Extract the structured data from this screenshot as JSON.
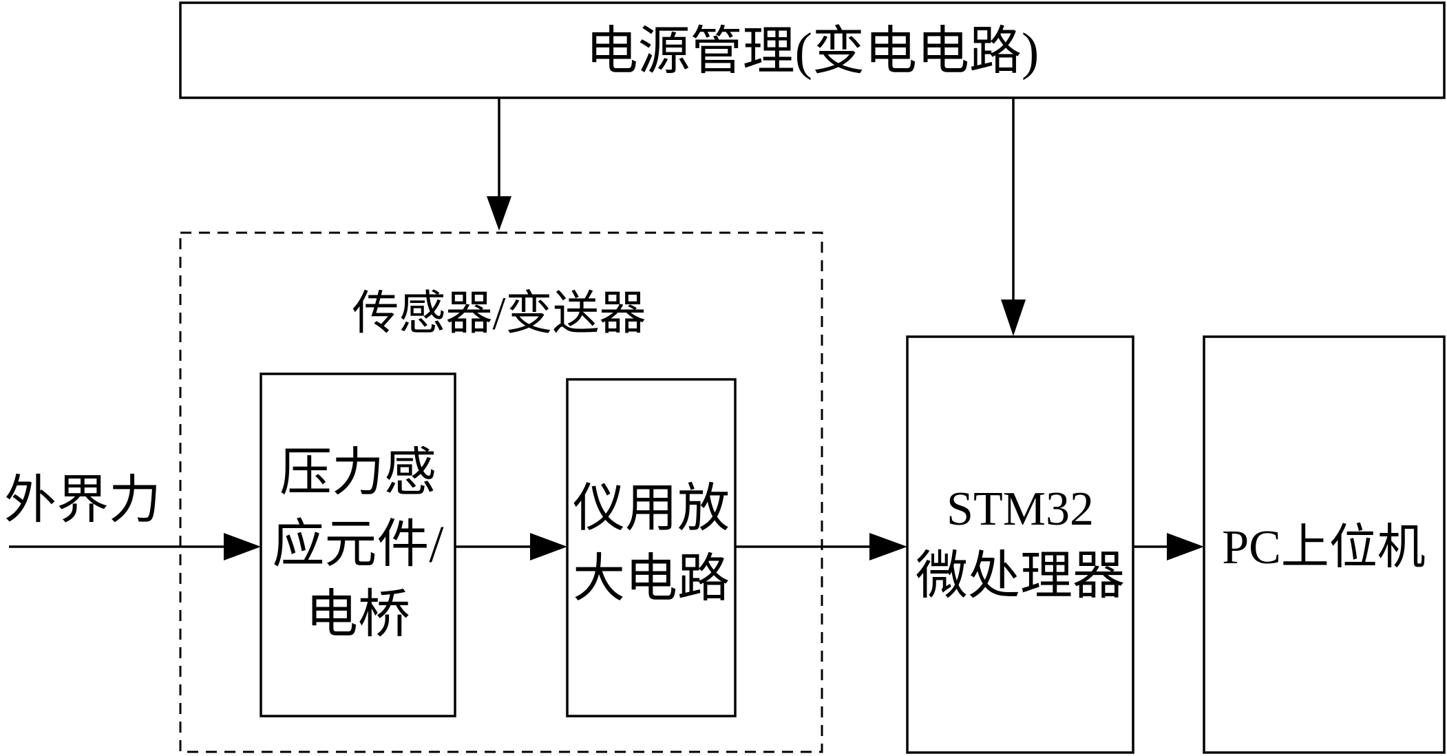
{
  "power": {
    "label": "电源管理(变电电路)"
  },
  "sensor_group": {
    "label": "传感器/变送器"
  },
  "input": {
    "label": "外界力"
  },
  "bridge": {
    "lines": [
      "压力感",
      "应元件/",
      "电桥"
    ]
  },
  "amplifier": {
    "lines": [
      "仪用放",
      "大电路"
    ]
  },
  "mcu": {
    "lines": [
      "STM32",
      "微处理器"
    ]
  },
  "pc": {
    "label": "PC上位机"
  },
  "colors": {
    "stroke": "#000000",
    "background": "#ffffff"
  }
}
